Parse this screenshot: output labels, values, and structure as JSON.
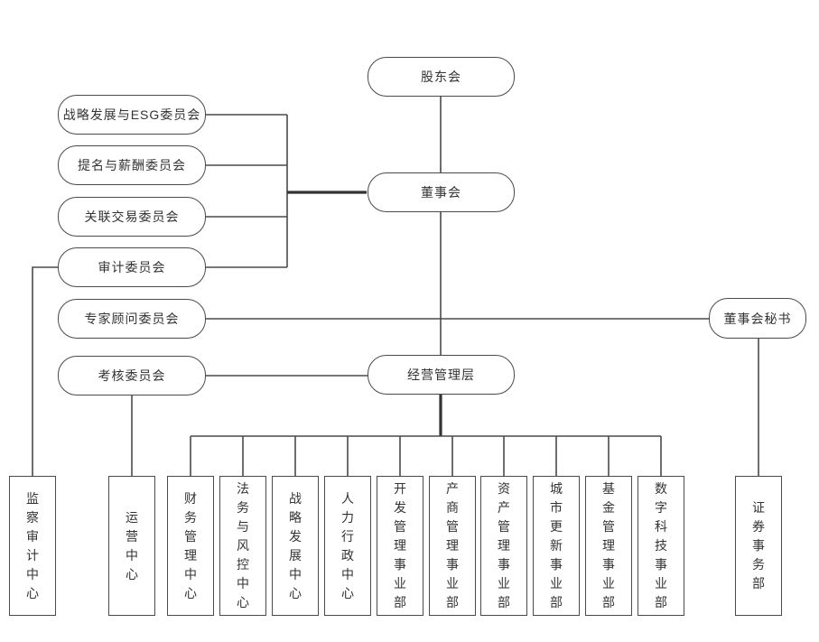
{
  "org_chart": {
    "top_nodes": {
      "shareholders": "股东会",
      "board": "董事会",
      "management": "经营管理层",
      "board_secretary": "董事会秘书"
    },
    "committees": [
      "战略发展与ESG委员会",
      "提名与薪酬委员会",
      "关联交易委员会",
      "审计委员会",
      "专家顾问委员会",
      "考核委员会"
    ],
    "departments": [
      "监察审计中心",
      "运营中心",
      "财务管理中心",
      "法务与风控中心",
      "战略发展中心",
      "人力行政中心",
      "开发管理事业部",
      "产商管理事业部",
      "资产管理事业部",
      "城市更新事业部",
      "基金管理事业部",
      "数字科技事业部",
      "证券事务部"
    ],
    "colors": {
      "line": "#4a4a4a",
      "line_bold": "#333333",
      "node_border": "#4a4a4a",
      "text": "#333333",
      "background": "#ffffff"
    }
  }
}
